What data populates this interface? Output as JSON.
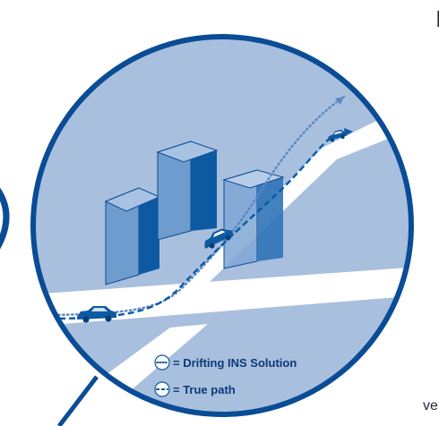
{
  "legend": {
    "drifting_label": "= Drifting INS Solution",
    "true_label": "= True path"
  },
  "icons": {
    "drifting": "dotted-circle-icon",
    "true_path": "dashed-circle-icon"
  },
  "edge_text": {
    "top_right": "I",
    "bottom_right": "ve"
  },
  "colors": {
    "circle_fill": "#a9bfde",
    "circle_border": "#0a4c95",
    "road": "#ffffff",
    "building_front": "#6f9cce",
    "building_side": "#0e5aa2",
    "building_top": "#a7c2e2",
    "path": "#0b5aa6",
    "drift": "#5b88c4",
    "legend_text": "#0b3a78"
  }
}
